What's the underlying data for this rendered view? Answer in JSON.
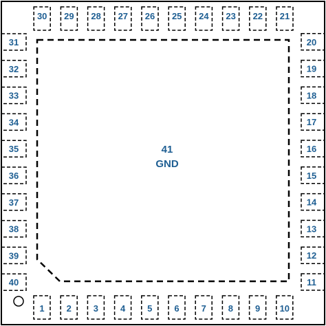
{
  "colors": {
    "outline": "#000000",
    "pin_text": "#1f5f93",
    "background": "#ffffff"
  },
  "pins": {
    "bottom": [
      "1",
      "2",
      "3",
      "4",
      "5",
      "6",
      "7",
      "8",
      "9",
      "10"
    ],
    "right": [
      "11",
      "12",
      "13",
      "14",
      "15",
      "16",
      "17",
      "18",
      "19",
      "20"
    ],
    "top": [
      "21",
      "22",
      "23",
      "24",
      "25",
      "26",
      "27",
      "28",
      "29",
      "30"
    ],
    "left": [
      "31",
      "32",
      "33",
      "34",
      "35",
      "36",
      "37",
      "38",
      "39",
      "40"
    ]
  },
  "pad": {
    "number": "41",
    "name": "GND"
  }
}
